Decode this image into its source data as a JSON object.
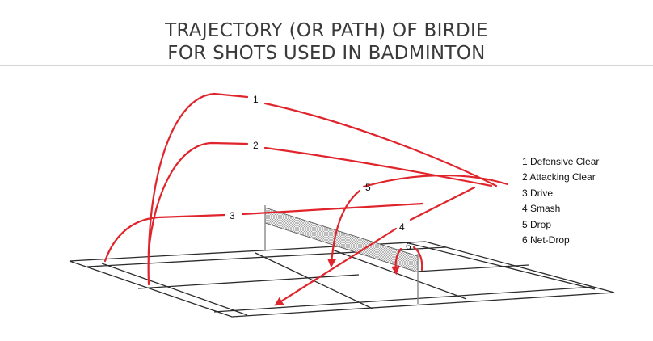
{
  "title": {
    "line1": "TRAJECTORY (OR PATH) OF BIRDIE",
    "line2": "FOR SHOTS USED IN BADMINTON"
  },
  "shots": [
    {
      "number": "1",
      "name": "Defensive Clear"
    },
    {
      "number": "2",
      "name": "Attacking Clear"
    },
    {
      "number": "3",
      "name": "Drive"
    },
    {
      "number": "4",
      "name": "Smash"
    },
    {
      "number": "5",
      "name": "Drop"
    },
    {
      "number": "6",
      "name": "Net-Drop"
    }
  ],
  "legend": [
    "1 Defensive Clear",
    "2 Attacking Clear",
    "3 Drive",
    "4 Smash",
    "5 Drop",
    "6 Net-Drop"
  ],
  "colors": {
    "trajectory": "#e0242b",
    "court_lines": "#2b2b2b",
    "net_posts": "#888888",
    "title_text": "#3a3a3a"
  }
}
